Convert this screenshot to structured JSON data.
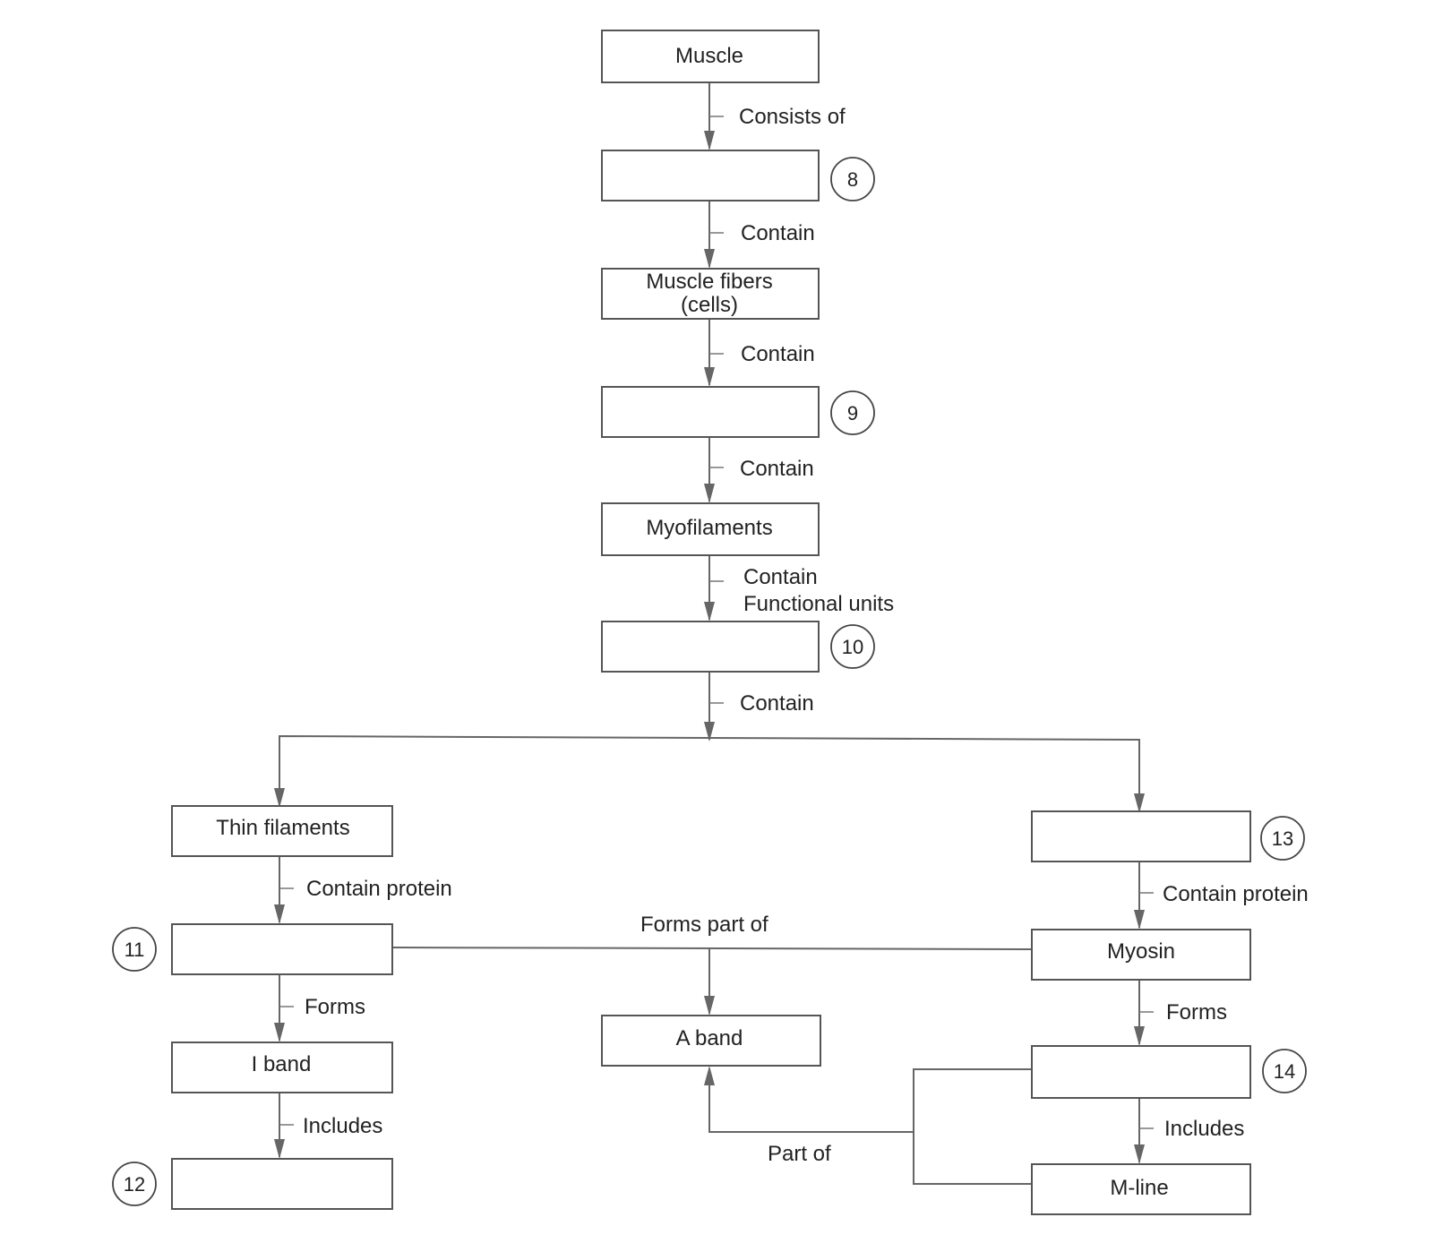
{
  "diagram": {
    "nodes": {
      "muscle": {
        "label": "Muscle",
        "number": ""
      },
      "blank8": {
        "label": "",
        "number": "8"
      },
      "muscle_fibers": {
        "label_line1": "Muscle fibers",
        "label_line2": "(cells)",
        "number": ""
      },
      "blank9": {
        "label": "",
        "number": "9"
      },
      "myofilaments": {
        "label": "Myofilaments",
        "number": ""
      },
      "blank10": {
        "label": "",
        "number": "10"
      },
      "thin_filaments": {
        "label": "Thin filaments",
        "number": ""
      },
      "blank11": {
        "label": "",
        "number": "11"
      },
      "i_band": {
        "label": "I band",
        "number": ""
      },
      "blank12": {
        "label": "",
        "number": "12"
      },
      "a_band": {
        "label": "A band",
        "number": ""
      },
      "blank13": {
        "label": "",
        "number": "13"
      },
      "myosin": {
        "label": "Myosin",
        "number": ""
      },
      "blank14": {
        "label": "",
        "number": "14"
      },
      "m_line": {
        "label": "M-line",
        "number": ""
      }
    },
    "edges": {
      "consists_of": "Consists of",
      "contain_1": "Contain",
      "contain_2": "Contain",
      "contain_3": "Contain",
      "contain_functional_line1": "Contain",
      "contain_functional_line2": "Functional units",
      "contain_4": "Contain",
      "contain_protein_left": "Contain protein",
      "contain_protein_right": "Contain protein",
      "forms_part_of": "Forms part of",
      "forms_left": "Forms",
      "forms_right": "Forms",
      "includes_left": "Includes",
      "includes_right": "Includes",
      "part_of": "Part of"
    }
  }
}
